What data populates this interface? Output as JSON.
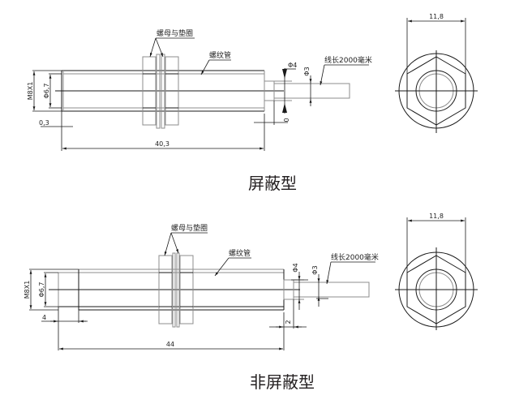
{
  "diagram": {
    "subject": "Proximity sensor M8 outline drawings",
    "shielded": {
      "title": "屏蔽型",
      "labels": {
        "nut_washer": "螺母与垫圈",
        "threaded_tube": "螺纹管",
        "cable_length": "线长2000毫米"
      },
      "dimensions": {
        "thread": "M8X1",
        "inner_diameter": "Φ6,7",
        "face_offset": "0,3",
        "total_length": "40,3",
        "cable_outer": "Φ4",
        "cable_inner": "Φ3",
        "tail_gap": "0",
        "nut_across": "11,8"
      }
    },
    "unshielded": {
      "title": "非屏蔽型",
      "labels": {
        "nut_washer": "螺母与垫圈",
        "threaded_tube": "螺纹管",
        "cable_length": "线长2000毫米"
      },
      "dimensions": {
        "thread": "M8X1",
        "inner_diameter": "Φ6,7",
        "head_length": "4",
        "total_length": "44",
        "cable_outer": "Φ4",
        "cable_inner": "Φ3",
        "tail_gap": "2",
        "nut_across": "11,8"
      }
    }
  }
}
